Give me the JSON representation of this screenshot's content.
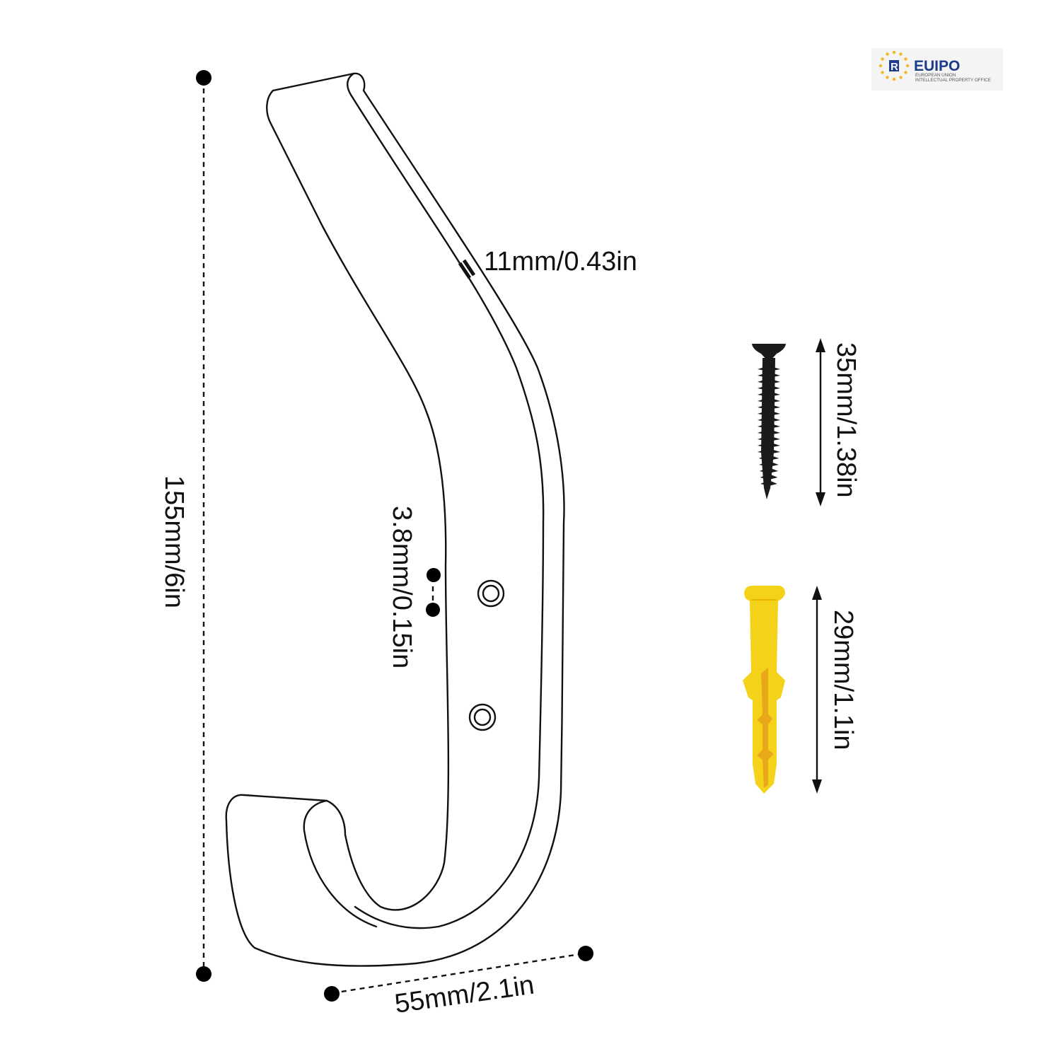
{
  "logo": {
    "name": "EUIPO",
    "subtitle_line1": "EUROPEAN UNION",
    "subtitle_line2": "INTELLECTUAL PROPERTY OFFICE",
    "brand_blue": "#1d3b8b",
    "star_color": "#f2b81d"
  },
  "dimensions": {
    "height": "155mm/6in",
    "width": "55mm/2.1in",
    "thickness": "11mm/0.43in",
    "hole": "3.8mm/0.15in",
    "screw_length": "35mm/1.38in",
    "anchor_length": "29mm/1.1in"
  },
  "colors": {
    "outline": "#111111",
    "screw": "#1b1b1b",
    "anchor": "#f5d21a",
    "anchor_shade": "#e8a81a"
  }
}
